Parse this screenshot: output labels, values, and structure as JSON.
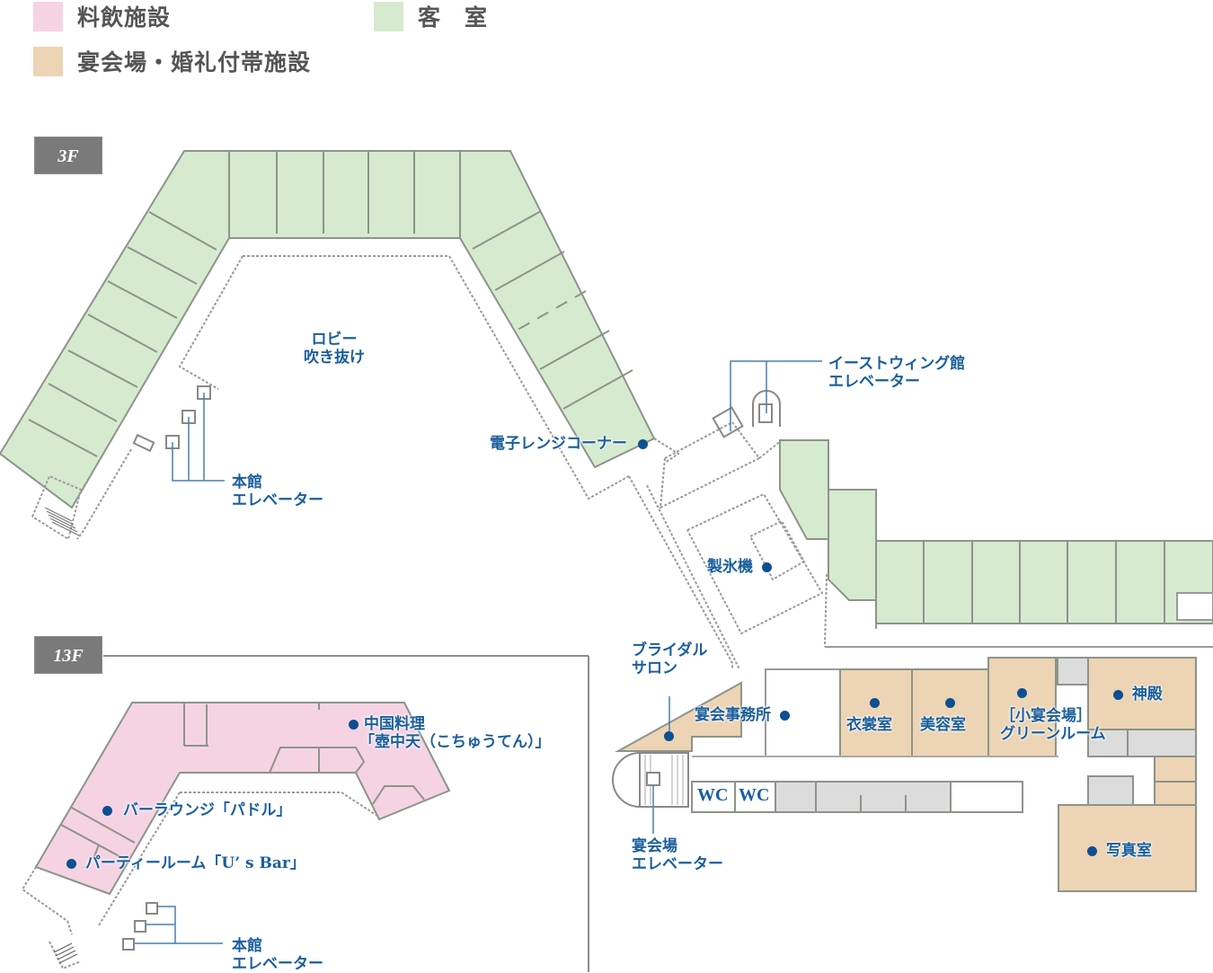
{
  "legend": {
    "items": [
      {
        "label": "料飲施設",
        "color": "#f6d3e3"
      },
      {
        "label": "客　室",
        "color": "#d6ead0"
      },
      {
        "label": "宴会場・婚礼付帯施設",
        "color": "#ecd4b4"
      }
    ]
  },
  "colors": {
    "guest_room": "#d6ead0",
    "food_beverage": "#f6d3e3",
    "banquet": "#ecd4b4",
    "service": "#dcdcdc",
    "wall": "#8c948a",
    "label_text": "#1a5e9c",
    "floor_tag_bg": "#7a7a7a"
  },
  "floors": {
    "f3": {
      "tag": "3F",
      "labels": {
        "lobby_line1": "ロビー",
        "lobby_line2": "吹き抜け",
        "main_elevator_line1": "本館",
        "main_elevator_line2": "エレベーター",
        "microwave_corner": "電子レンジコーナー",
        "east_wing_elevator_line1": "イーストウィング館",
        "east_wing_elevator_line2": "エレベーター",
        "ice_machine": "製氷機",
        "bridal_salon_line1": "ブライダル",
        "bridal_salon_line2": "サロン",
        "banquet_office": "宴会事務所",
        "costume_room": "衣裳室",
        "beauty_salon": "美容室",
        "small_banquet_line1": "［小宴会場］",
        "small_banquet_line2": "グリーンルーム",
        "shrine": "神殿",
        "photo_studio": "写真室",
        "wc1": "WC",
        "wc2": "WC",
        "banquet_elevator_line1": "宴会場",
        "banquet_elevator_line2": "エレベーター"
      }
    },
    "f13": {
      "tag": "13F",
      "labels": {
        "chinese_line1": "中国料理",
        "chinese_line2": "「壺中天（こちゅうてん）」",
        "bar_lounge": "バーラウンジ「パドル」",
        "party_room": "パーティールーム「U’ s Bar」",
        "main_elevator_line1": "本館",
        "main_elevator_line2": "エレベーター"
      }
    }
  }
}
